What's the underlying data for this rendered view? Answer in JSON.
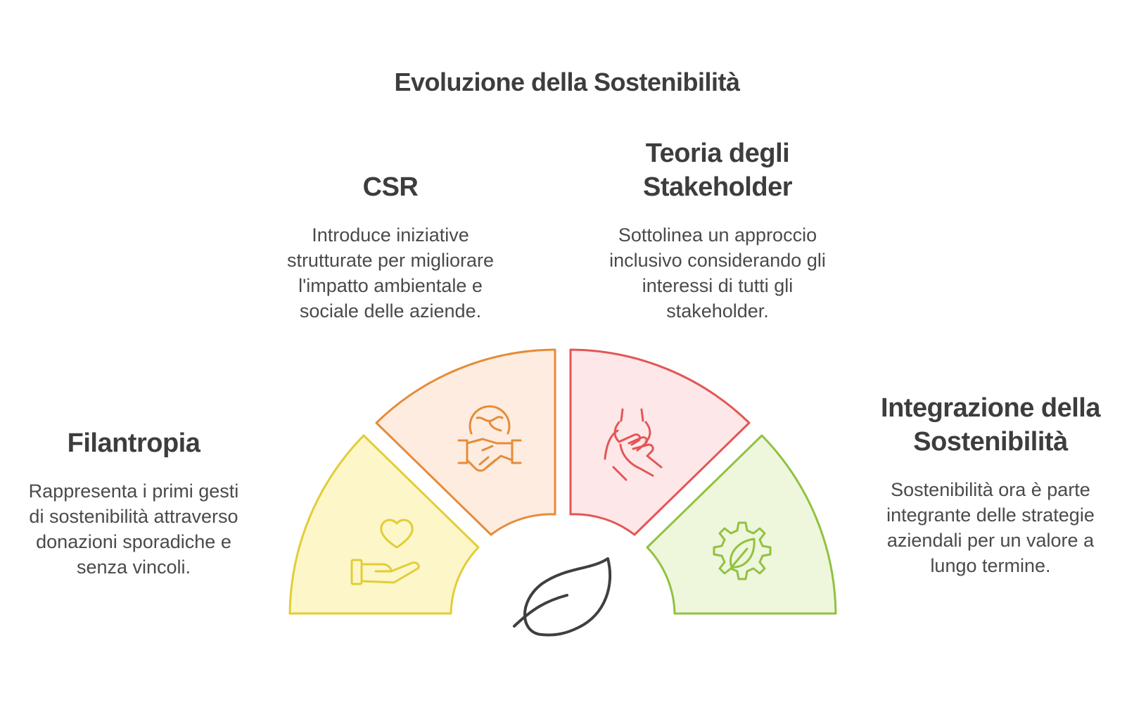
{
  "title": "Evoluzione della Sostenibilità",
  "stages": [
    {
      "heading": "Filantropia",
      "text": "Rappresenta i primi gesti di sostenibilità attraverso donazioni sporadiche e senza vincoli.",
      "icon": "hand-heart-icon",
      "fill": "#fcf6c9",
      "stroke": "#e2cd36"
    },
    {
      "heading": "CSR",
      "text": "Introduce iniziative strutturate per migliorare l'impatto ambientale e sociale delle aziende.",
      "icon": "globe-handshake-icon",
      "fill": "#fdecdf",
      "stroke": "#e58c3a"
    },
    {
      "heading": "Teoria degli Stakeholder",
      "text": "Sottolinea un approccio inclusivo considerando gli interessi di tutti gli stakeholder.",
      "icon": "joined-hands-icon",
      "fill": "#fde7e8",
      "stroke": "#e35656"
    },
    {
      "heading": "Integrazione della Sostenibilità",
      "text": "Sostenibilità ora è parte integrante delle strategie aziendali per un valore a lungo termine.",
      "icon": "leaf-gear-icon",
      "fill": "#eef6dc",
      "stroke": "#91c23f"
    }
  ],
  "center_icon": "leaf-icon"
}
